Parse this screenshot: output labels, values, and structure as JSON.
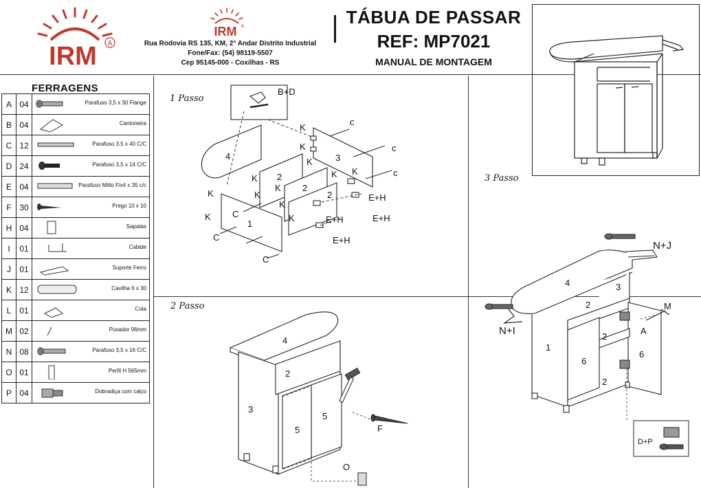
{
  "header": {
    "logo_text": "IRM",
    "logo_badge": "A",
    "address_line1": "Rua Rodovia RS 135, KM, 2° Andar Distrito Industrial",
    "address_line2": "Fone/Fax: (54) 98119-5507",
    "address_line3": "Cep 95145-000 - Coxilhas - RS",
    "title": "TÁBUA DE PASSAR",
    "ref": "REF: MP7021",
    "subtitle": "MANUAL DE MONTAGEM"
  },
  "hardware": {
    "title": "FERRAGENS",
    "rows": [
      {
        "code": "A",
        "qty": "04",
        "desc": "Parafuso 3,5 x 30 Flange",
        "icon": "flange-screw-icon"
      },
      {
        "code": "B",
        "qty": "04",
        "desc": "Cantoneira",
        "icon": "angle-bracket-icon"
      },
      {
        "code": "C",
        "qty": "12",
        "desc": "Parafuso 3,5 x 40 C/C",
        "icon": "long-screw-icon"
      },
      {
        "code": "D",
        "qty": "24",
        "desc": "Parafuso 3,5 x 14 C/C",
        "icon": "short-screw-icon"
      },
      {
        "code": "E",
        "qty": "04",
        "desc": "Parafuso Mitto Fix4 x 35 c/c",
        "icon": "mitto-screw-icon"
      },
      {
        "code": "F",
        "qty": "30",
        "desc": "Prego 10 x 10",
        "icon": "nail-icon"
      },
      {
        "code": "H",
        "qty": "04",
        "desc": "Sapatas",
        "icon": "foot-icon"
      },
      {
        "code": "I",
        "qty": "01",
        "desc": "Cabide",
        "icon": "hanger-icon"
      },
      {
        "code": "J",
        "qty": "01",
        "desc": "Suporte Ferro",
        "icon": "iron-support-icon"
      },
      {
        "code": "K",
        "qty": "12",
        "desc": "Cavilha 6 x 30",
        "icon": "dowel-icon"
      },
      {
        "code": "L",
        "qty": "01",
        "desc": "Cola",
        "icon": "glue-icon"
      },
      {
        "code": "M",
        "qty": "02",
        "desc": "Puxador 96mm",
        "icon": "handle-icon"
      },
      {
        "code": "N",
        "qty": "08",
        "desc": "Parafuso 3,5  x 16 C/C",
        "icon": "medium-screw-icon"
      },
      {
        "code": "O",
        "qty": "01",
        "desc": "Perfil H 565mm",
        "icon": "h-profile-icon"
      },
      {
        "code": "P",
        "qty": "04",
        "desc": "Dobradiça com calço",
        "icon": "hinge-icon"
      }
    ]
  },
  "steps": {
    "step1": "1 Passo",
    "step2": "2 Passo",
    "step3": "3 Passo"
  },
  "labels": {
    "part1": "1",
    "part2": "2",
    "part3": "3",
    "part4": "4",
    "part5": "5",
    "part6": "6",
    "K": "K",
    "C": "C",
    "c": "c",
    "EH": "E+H",
    "BD": "B+D",
    "F": "F",
    "O": "O",
    "NJ": "N+J",
    "NI": "N+I",
    "M": "M",
    "A": "A",
    "DP": "D+P"
  }
}
